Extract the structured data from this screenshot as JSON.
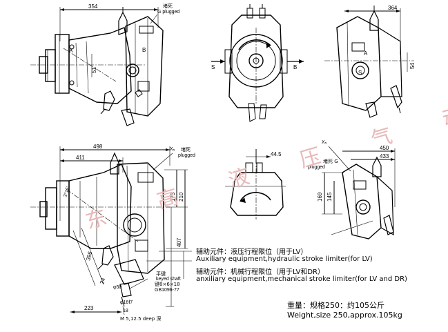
{
  "watermark": "东 高 液 压 气 动",
  "views": {
    "top_left": {
      "dim_total": "354",
      "dim_51": "51",
      "port_a": "A",
      "port_b": "B",
      "plug_cn": "堵死",
      "plug_en": "G plugged"
    },
    "top_center": {
      "port_s": "S",
      "port_b": "B"
    },
    "top_right": {
      "dim_total": "364",
      "dim_54": "54",
      "port_a": "A",
      "port_s": "S"
    },
    "bottom_left": {
      "dim_498": "498",
      "dim_411": "411",
      "x_label": "X₅",
      "plug_cn": "堵死",
      "plug_en": "plugged",
      "dim_175": "175",
      "dim_210": "210",
      "dim_407": "407",
      "dim_396": "396",
      "dim_24": "24",
      "dim_223": "223",
      "dim_18": "18",
      "angle": "3°15'",
      "shaft_dia": "φ50",
      "shaft_tol": "φ16f7",
      "thread": "M 5,12.5 deep 深"
    },
    "bottom_center": {
      "dim_44_5": "44.5"
    },
    "bottom_right": {
      "x_label": "X₅",
      "plug_cn": "堵死 G",
      "plug_en": "plugged",
      "dim_450": "450",
      "dim_433": "433",
      "dim_169": "169",
      "dim_145": "145"
    }
  },
  "key_note": {
    "line1": "平键",
    "line2": "键8×6×18",
    "line3": "GB1096-77",
    "line4": "keyed shaft"
  },
  "legend": [
    {
      "cn": "辅助元件：液压行程限位（用于LV）",
      "en": "Auxiliary equipment,hydraulic stroke limiter(for LV)"
    },
    {
      "cn": "辅助元件：机械行程限位（用于LV和DR）",
      "en": "anxiliary equipment,mechanical stroke limiter(for LV and DR)"
    }
  ],
  "weight": {
    "cn": "重量：规格250：约105公斤",
    "en": "Weight,size 250,approx.105kg"
  }
}
